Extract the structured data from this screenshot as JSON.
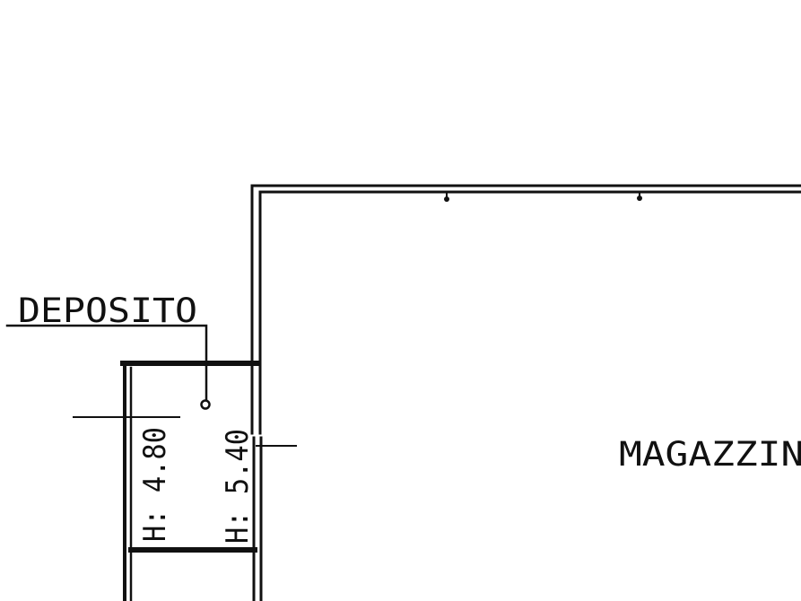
{
  "plan": {
    "rooms": {
      "deposito": "DEPOSITO",
      "magazzino": "MAGAZZINO"
    },
    "heights": {
      "deposito": "H: 4.80",
      "magazzino": "H: 5.40"
    },
    "line_color": "#111111",
    "background": "#ffffff"
  }
}
